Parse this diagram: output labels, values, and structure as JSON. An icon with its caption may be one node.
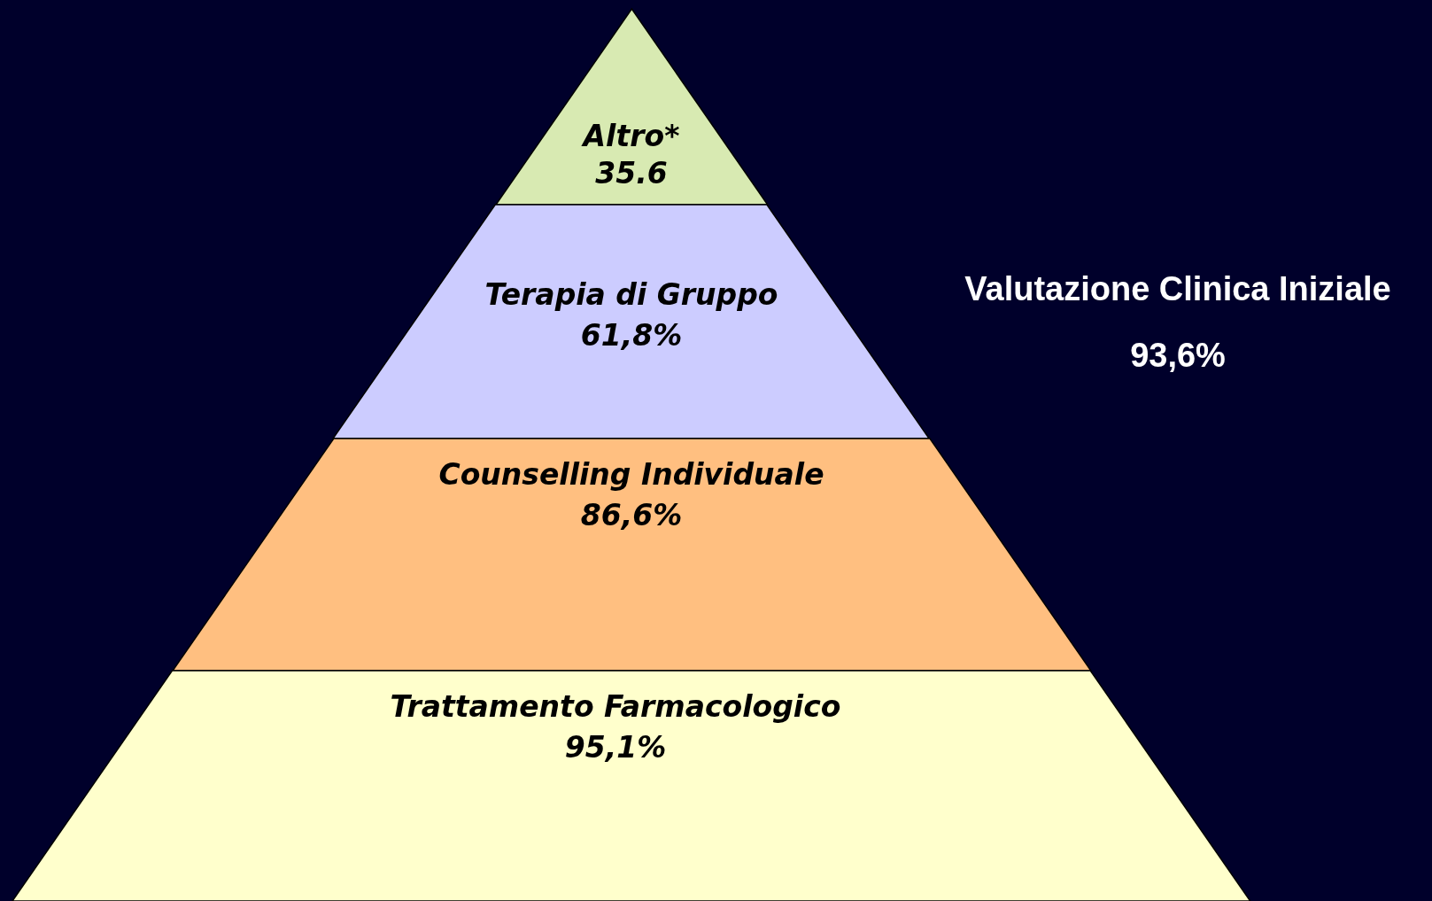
{
  "diagram": {
    "nodes": [
      {
        "text": [
          "Altro*",
          "35.6"
        ]
      },
      {
        "text": [
          "Terapia di Gruppo",
          "61,8%"
        ]
      },
      {
        "text": [
          "Counselling Individuale",
          "86,6%"
        ]
      },
      {
        "text": [
          "Trattamento Farmacologico",
          "95,1%"
        ]
      }
    ],
    "labels": [
      "Valutazione Clinica Iniziale",
      "93,6%"
    ]
  }
}
